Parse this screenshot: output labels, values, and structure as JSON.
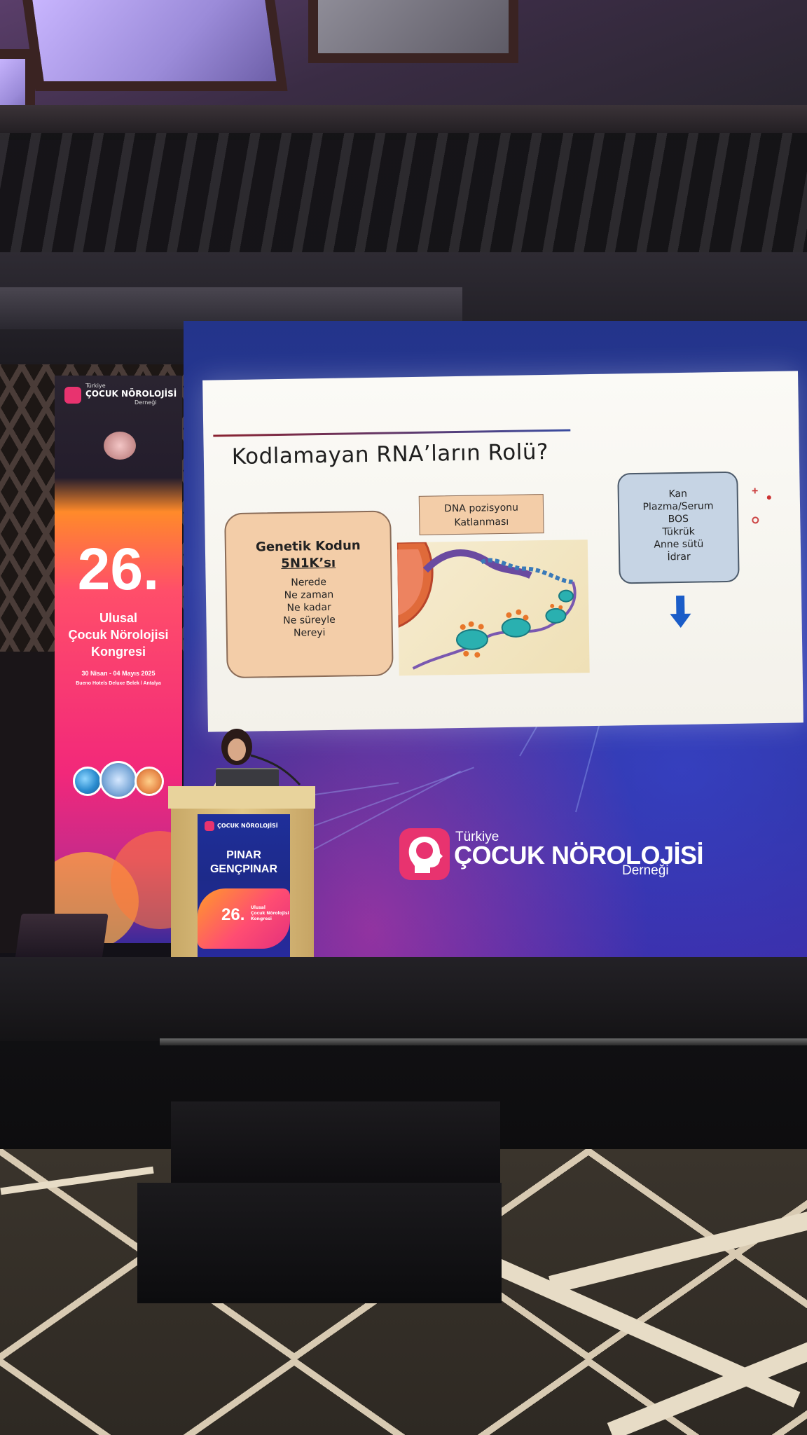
{
  "slide": {
    "title": "Kodlamayan RNA’ların Rolü?",
    "genetic_box": {
      "heading_line1": "Genetik Kodun",
      "heading_line2": "5N1K’sı",
      "items": [
        "Nerede",
        "Ne zaman",
        "Ne kadar",
        "Ne süreyle",
        "Nereyi"
      ]
    },
    "dna_box": {
      "line1": "DNA pozisyonu",
      "line2": "Katlanması"
    },
    "fluids_box": {
      "items": [
        "Kan",
        "Plazma/Serum",
        "BOS",
        "Tükrük",
        "Anne sütü",
        "İdrar"
      ]
    },
    "arrow_icon": "arrow-down-icon"
  },
  "banner": {
    "org_line1": "Türkiye",
    "org_line2": "ÇOCUK NÖROLOJİSİ",
    "org_line3": "Derneği",
    "number": "26.",
    "line1": "Ulusal",
    "line2": "Çocuk Nörolojisi",
    "line3": "Kongresi",
    "dates": "30 Nisan - 04 Mayıs 2025",
    "venue": "Bueno Hotels Deluxe Belek / Antalya"
  },
  "screen_brand": {
    "line1": "Türkiye",
    "line2": "ÇOCUK NÖROLOJİSİ",
    "line3": "Derneği"
  },
  "podium": {
    "org": "ÇOCUK NÖROLOJİSİ",
    "name_line1": "PINAR",
    "name_line2": "GENÇPINAR",
    "number": "26.",
    "event_line1": "Ulusal",
    "event_line2": "Çocuk Nörolojisi",
    "event_line3": "Kongresi"
  },
  "colors": {
    "led_wall": "#2b3aa0",
    "brand_pink": "#e8336f",
    "slide_box_peach": "#f3cda8",
    "slide_box_blue": "#c6d4e4",
    "podium_gold": "#e2c889"
  }
}
